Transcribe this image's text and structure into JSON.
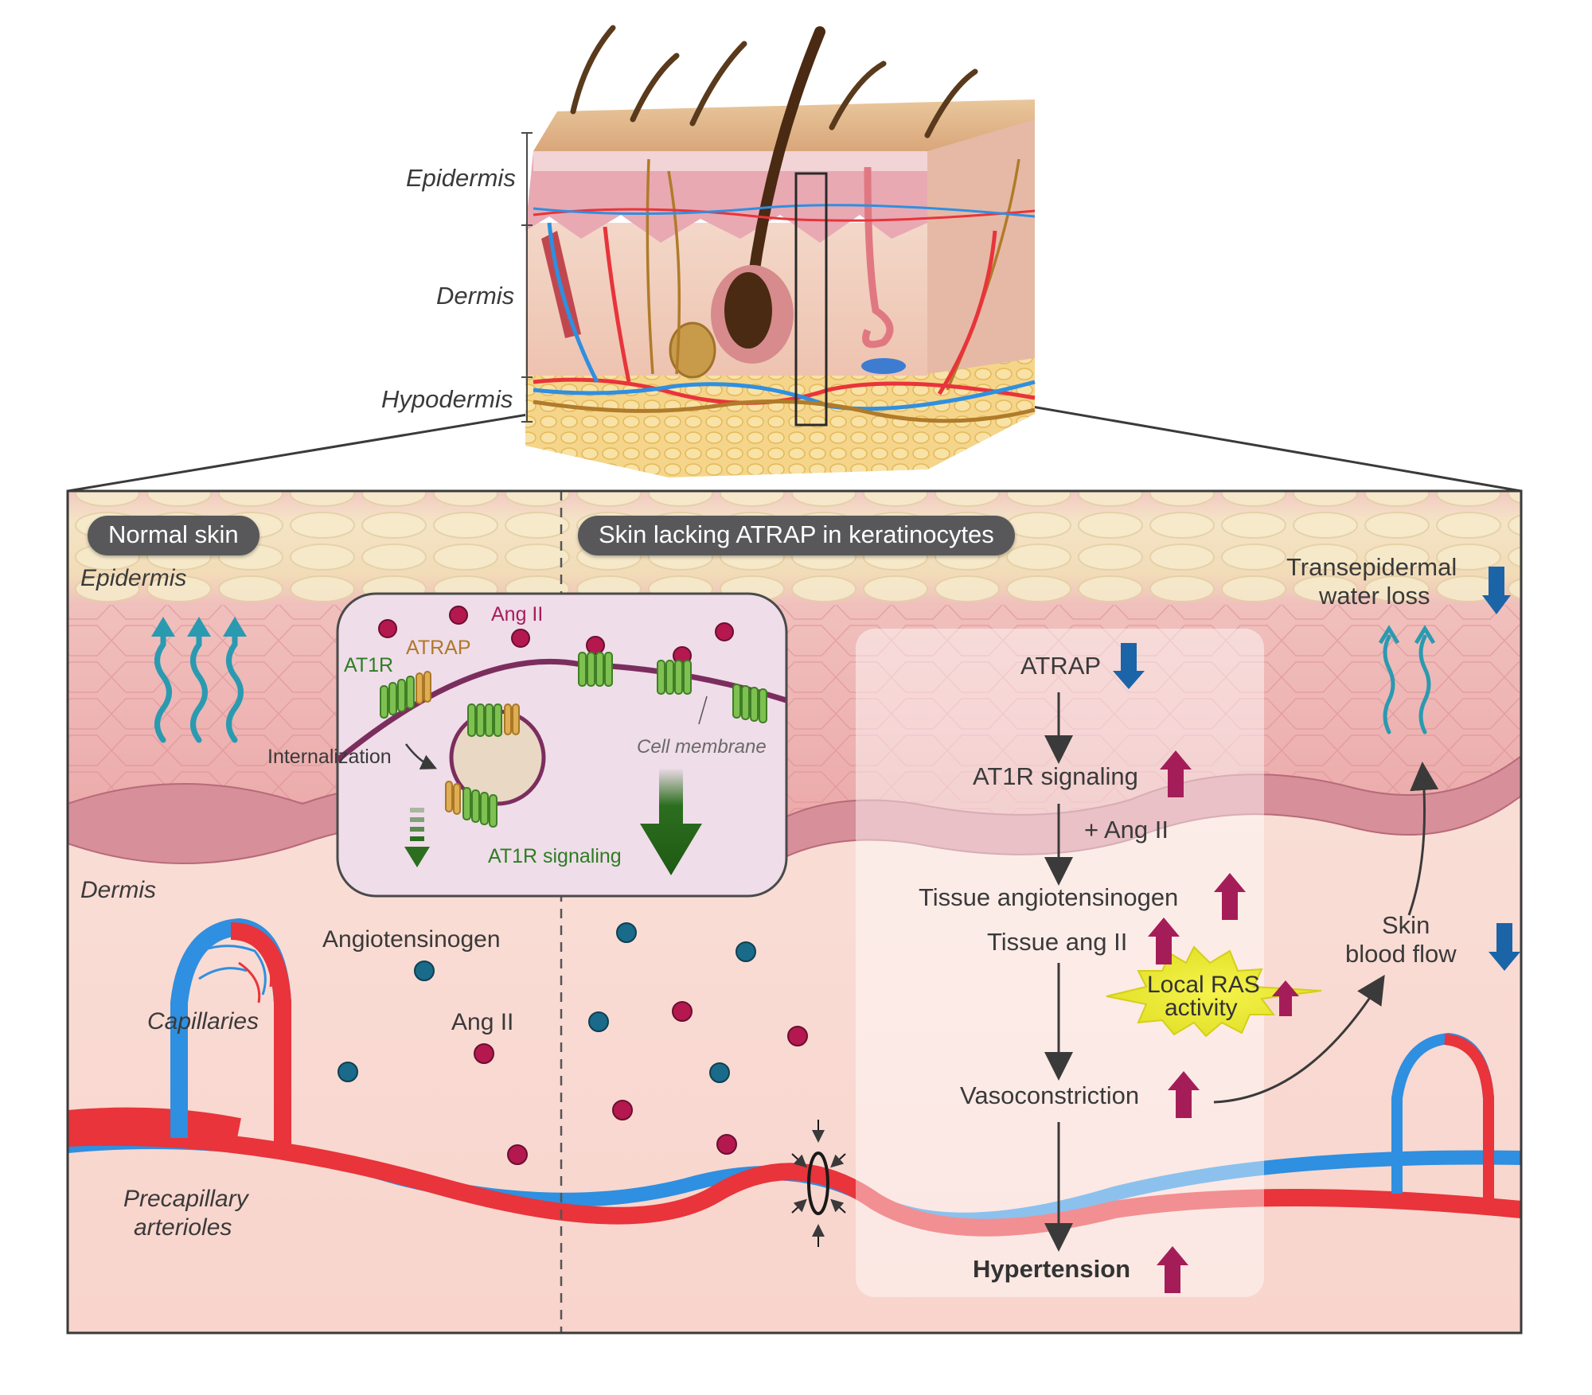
{
  "skin_block": {
    "layer_labels": [
      "Epidermis",
      "Dermis",
      "Hypodermis"
    ]
  },
  "panel": {
    "left_tag": "Normal skin",
    "right_tag": "Skin lacking ATRAP in keratinocytes",
    "epidermis_label": "Epidermis",
    "dermis_label": "Dermis",
    "capillaries_label": "Capillaries",
    "precapillary_label_line1": "Precapillary",
    "precapillary_label_line2": "arterioles",
    "angiotensinogen_label": "Angiotensinogen",
    "ang2_label": "Ang II"
  },
  "inset": {
    "ang2": "Ang II",
    "atrap": "ATRAP",
    "at1r": "AT1R",
    "internalization": "Internalization",
    "cell_membrane": "Cell membrane",
    "at1r_signaling": "AT1R signaling"
  },
  "flow": {
    "steps": [
      {
        "text": "ATRAP",
        "direction": "down"
      },
      {
        "text": "AT1R signaling",
        "direction": "up"
      },
      {
        "text": "+ Ang II",
        "direction": "none"
      },
      {
        "text": "Tissue angiotensinogen",
        "direction": "up"
      },
      {
        "text": "Tissue ang II",
        "direction": "up"
      },
      {
        "text": "Vasoconstriction",
        "direction": "up"
      },
      {
        "text": "Hypertension",
        "direction": "up"
      }
    ],
    "local_ras_line1": "Local RAS",
    "local_ras_line2": "activity",
    "tewl_line1": "Transepidermal",
    "tewl_line2": "water loss",
    "blood_flow_line1": "Skin",
    "blood_flow_line2": "blood flow"
  },
  "colors": {
    "up_arrow": "#a51d58",
    "down_arrow": "#1c64a8",
    "artery": "#e8343a",
    "vein": "#2f8fe0",
    "ang2_dot": "#b4184f",
    "angiotensinogen_dot": "#1a6a8a",
    "receptor_green": "#5aa83a",
    "atrap_gold": "#d49a3a",
    "water_arrow": "#2a9ab0"
  }
}
